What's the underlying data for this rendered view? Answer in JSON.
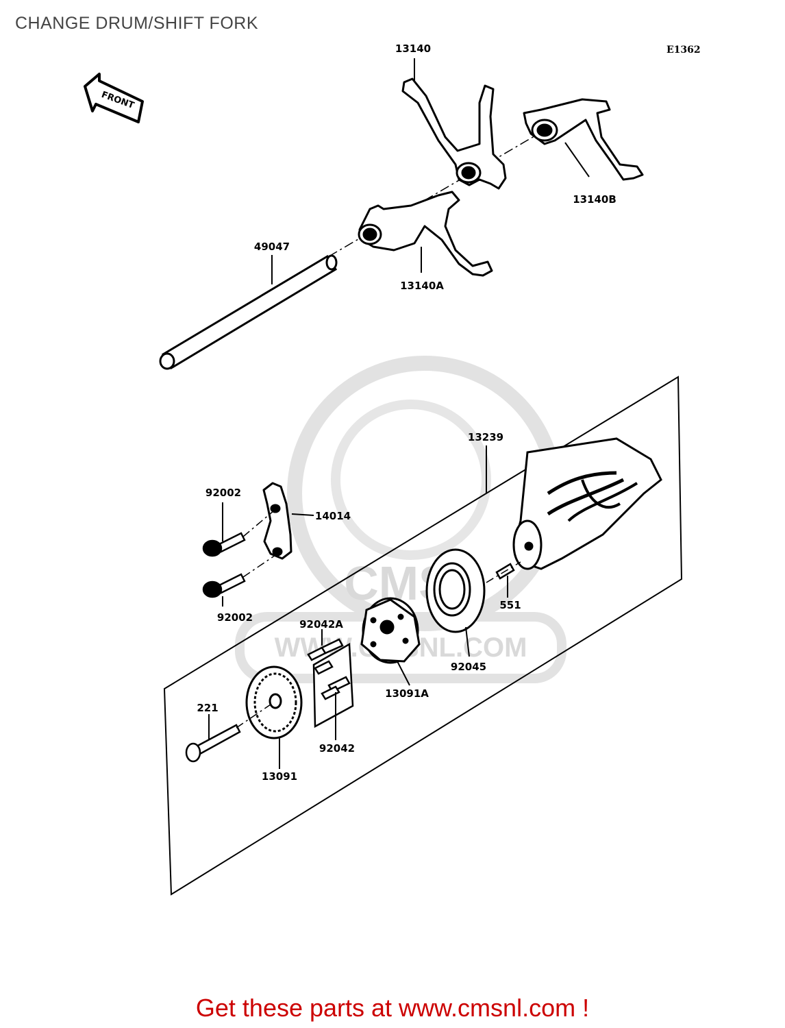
{
  "title": "CHANGE DRUM/SHIFT FORK",
  "diagram_code": "E1362",
  "front_arrow_label": "FRONT",
  "watermark": {
    "logo_text": "CMS",
    "url_text": "WWW.CMSNL.COM"
  },
  "parts": {
    "p13140": "13140",
    "p13140B": "13140B",
    "p13140A": "13140A",
    "p49047": "49047",
    "p13239": "13239",
    "p92002_top": "92002",
    "p14014": "14014",
    "p92002_bottom": "92002",
    "p551": "551",
    "p92042A": "92042A",
    "p92045": "92045",
    "p13091A": "13091A",
    "p221": "221",
    "p92042": "92042",
    "p13091": "13091"
  },
  "footer": "Get these parts at www.cmsnl.com !",
  "colors": {
    "ink": "#000000",
    "footer": "#cc0000",
    "watermark": "#d9d9d9",
    "title": "#444444"
  }
}
